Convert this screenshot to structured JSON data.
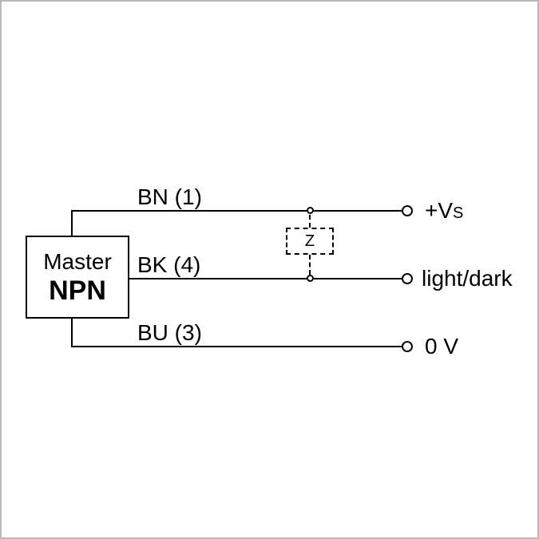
{
  "diagram": {
    "device": {
      "line1": "Master",
      "line2": "NPN"
    },
    "wires": [
      {
        "label": "BN (1)",
        "terminal_main": "+V",
        "terminal_sub": "S"
      },
      {
        "label": "BK (4)",
        "terminal_main": "light/dark",
        "terminal_sub": ""
      },
      {
        "label": "BU (3)",
        "terminal_main": "0 V",
        "terminal_sub": ""
      }
    ],
    "z_block": {
      "label": "Z"
    },
    "colors": {
      "line": "#000000",
      "frame": "#b9b9b9",
      "background": "#ffffff"
    }
  }
}
